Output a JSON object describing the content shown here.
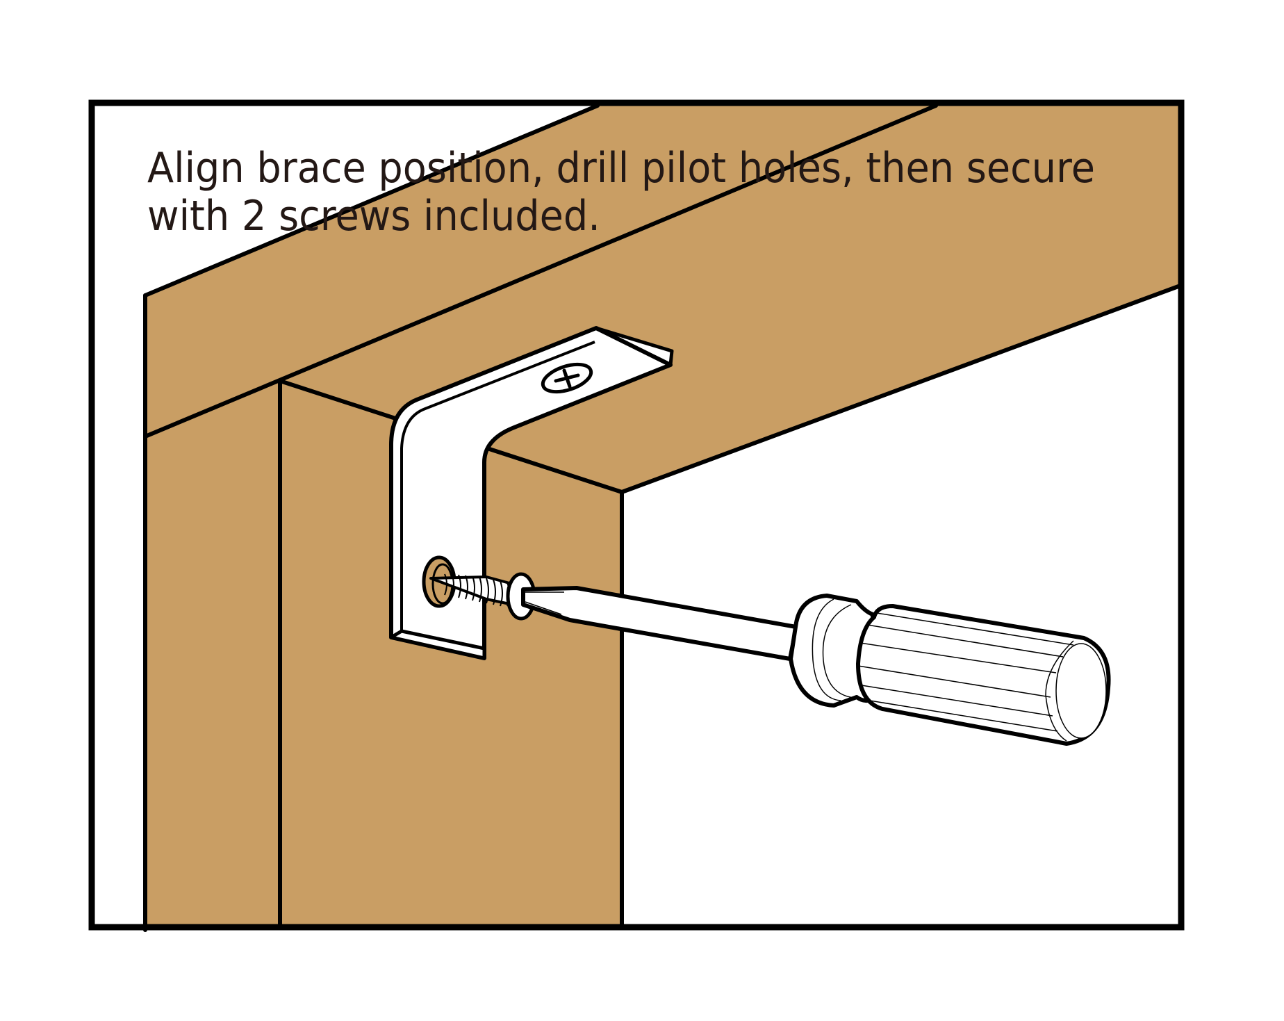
{
  "instruction": {
    "line1": "Align brace position, drill pilot holes, then secure",
    "line2": "with 2 screws included.",
    "full_text": "Align brace position, drill pilot holes, then secure with 2 screws included."
  },
  "illustration": {
    "subject": "L-shaped corner brace mounted under a wooden shelf onto a side panel",
    "parts": [
      "wooden-shelf-beam",
      "side-panel",
      "corner-brace",
      "screw",
      "screwdriver"
    ],
    "screws_shown_installed": 1,
    "screws_total": 2
  },
  "colors": {
    "wood": "#c99e64",
    "outline": "#000000",
    "text": "#231815",
    "background": "#ffffff",
    "metal": "#ffffff"
  }
}
